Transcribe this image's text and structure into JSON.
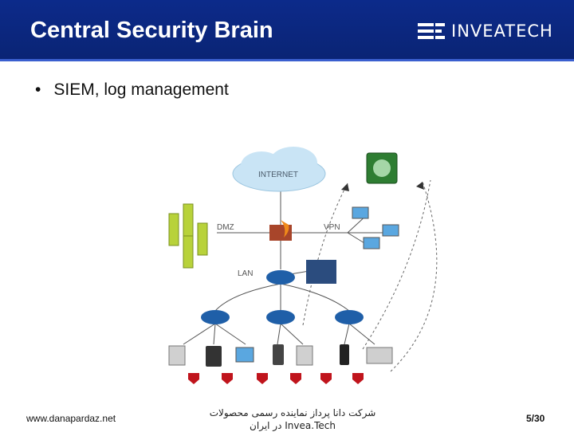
{
  "slide": {
    "title": "Central Security Brain",
    "logo_text": "INVEATECH",
    "bullet": "SIEM, log management"
  },
  "diagram": {
    "labels": {
      "internet": "INTERNET",
      "dmz": "DMZ",
      "vpn": "VPN",
      "lan": "LAN"
    }
  },
  "footer": {
    "website": "www.danapardaz.net",
    "company_line1": "شرکت دانا پرداز نماینده رسمی محصولات",
    "company_line2": "Invea.Tech در ایران",
    "page": "5/30"
  },
  "colors": {
    "header_bg": "#0c2a8a",
    "router": "#1f5fa8",
    "alert_shield": "#c0141c",
    "server": "#b8d23a"
  }
}
